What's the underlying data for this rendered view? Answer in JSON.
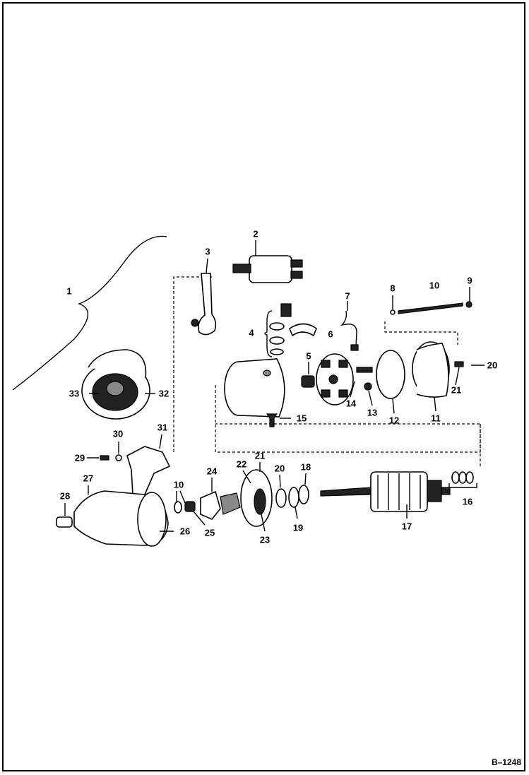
{
  "figure_id": "B–1248",
  "callouts": [
    "1",
    "2",
    "3",
    "4",
    "5",
    "6",
    "7",
    "8",
    "9",
    "10",
    "11",
    "12",
    "13",
    "14",
    "15",
    "16",
    "17",
    "18",
    "19",
    "20",
    "20",
    "21",
    "21",
    "22",
    "23",
    "24",
    "25",
    "26",
    "27",
    "28",
    "29",
    "30",
    "31",
    "32",
    "33",
    "10"
  ]
}
